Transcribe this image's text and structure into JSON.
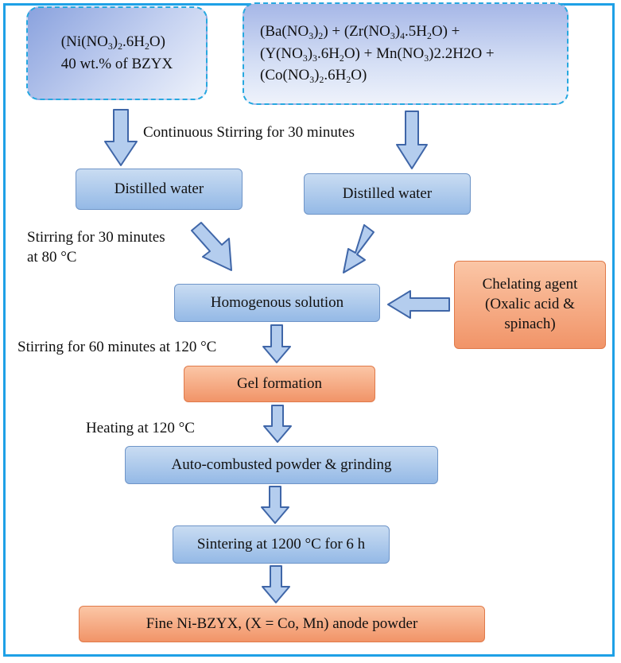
{
  "boxes": {
    "ni_nitrate": {
      "parts": [
        "(Ni(NO",
        "3",
        ")",
        "2",
        ".6H",
        "2",
        "O)"
      ],
      "line2": "40 wt.% of BZYX"
    },
    "precursors": {
      "line1": [
        "(Ba(NO",
        "3",
        ")",
        "2",
        ") + (Zr(NO",
        "3",
        ")",
        "4",
        ".5H",
        "2",
        "O) +"
      ],
      "line2": [
        "(Y(NO",
        "3",
        ")",
        "3",
        ".6H",
        "2",
        "O) + Mn(NO",
        "3",
        ")2.2H2O +"
      ],
      "line3": [
        "(Co(NO",
        "3",
        ")",
        "2",
        ".6H",
        "2",
        "O)"
      ]
    },
    "distilled_left": "Distilled water",
    "distilled_right": "Distilled water",
    "homogenous": "Homogenous solution",
    "chelating": "Chelating agent (Oxalic acid & spinach)",
    "gel": "Gel formation",
    "auto_combusted": "Auto-combusted powder & grinding",
    "sintering": "Sintering at 1200 °C for 6 h",
    "final": "Fine Ni-BZYX, (X = Co, Mn) anode powder"
  },
  "labels": {
    "continuous_stirring": "Continuous Stirring for 30 minutes",
    "stirring_80": "Stirring for 30 minutes at 80 °C",
    "stirring_120": "Stirring for 60 minutes at 120 °C",
    "heating_120": "Heating at 120 °C"
  },
  "colors": {
    "frame": "#1ea0e6",
    "blue_box": "#a9c7ec",
    "orange_box": "#f4a57c",
    "arrow_fill": "#b4cdee",
    "arrow_stroke": "#3f66a8"
  }
}
